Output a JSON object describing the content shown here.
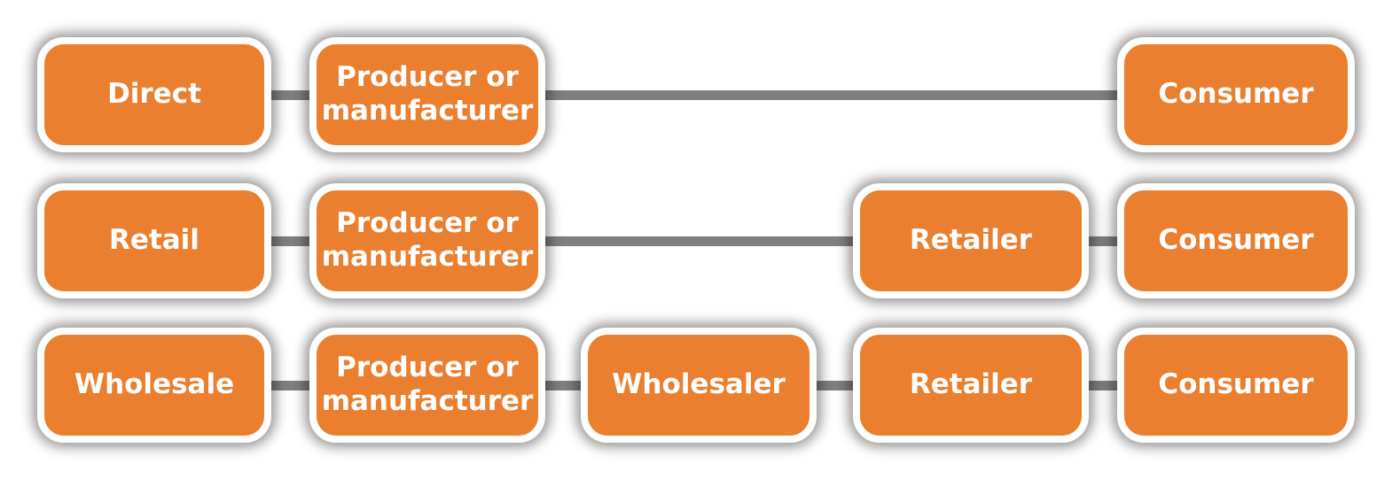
{
  "rows": [
    {
      "label": "Direct",
      "nodes": [
        "Producer or manufacturer",
        "Consumer"
      ]
    },
    {
      "label": "Retail",
      "nodes": [
        "Producer or manufacturer",
        "Retailer",
        "Consumer"
      ]
    },
    {
      "label": "Wholesale",
      "nodes": [
        "Producer or manufacturer",
        "Wholesaler",
        "Retailer",
        "Consumer"
      ]
    }
  ],
  "colors": {
    "box_fill": "#e97f2f",
    "box_border": "#ffffff",
    "connector": "#7f7f7f",
    "text": "#ffffff"
  }
}
